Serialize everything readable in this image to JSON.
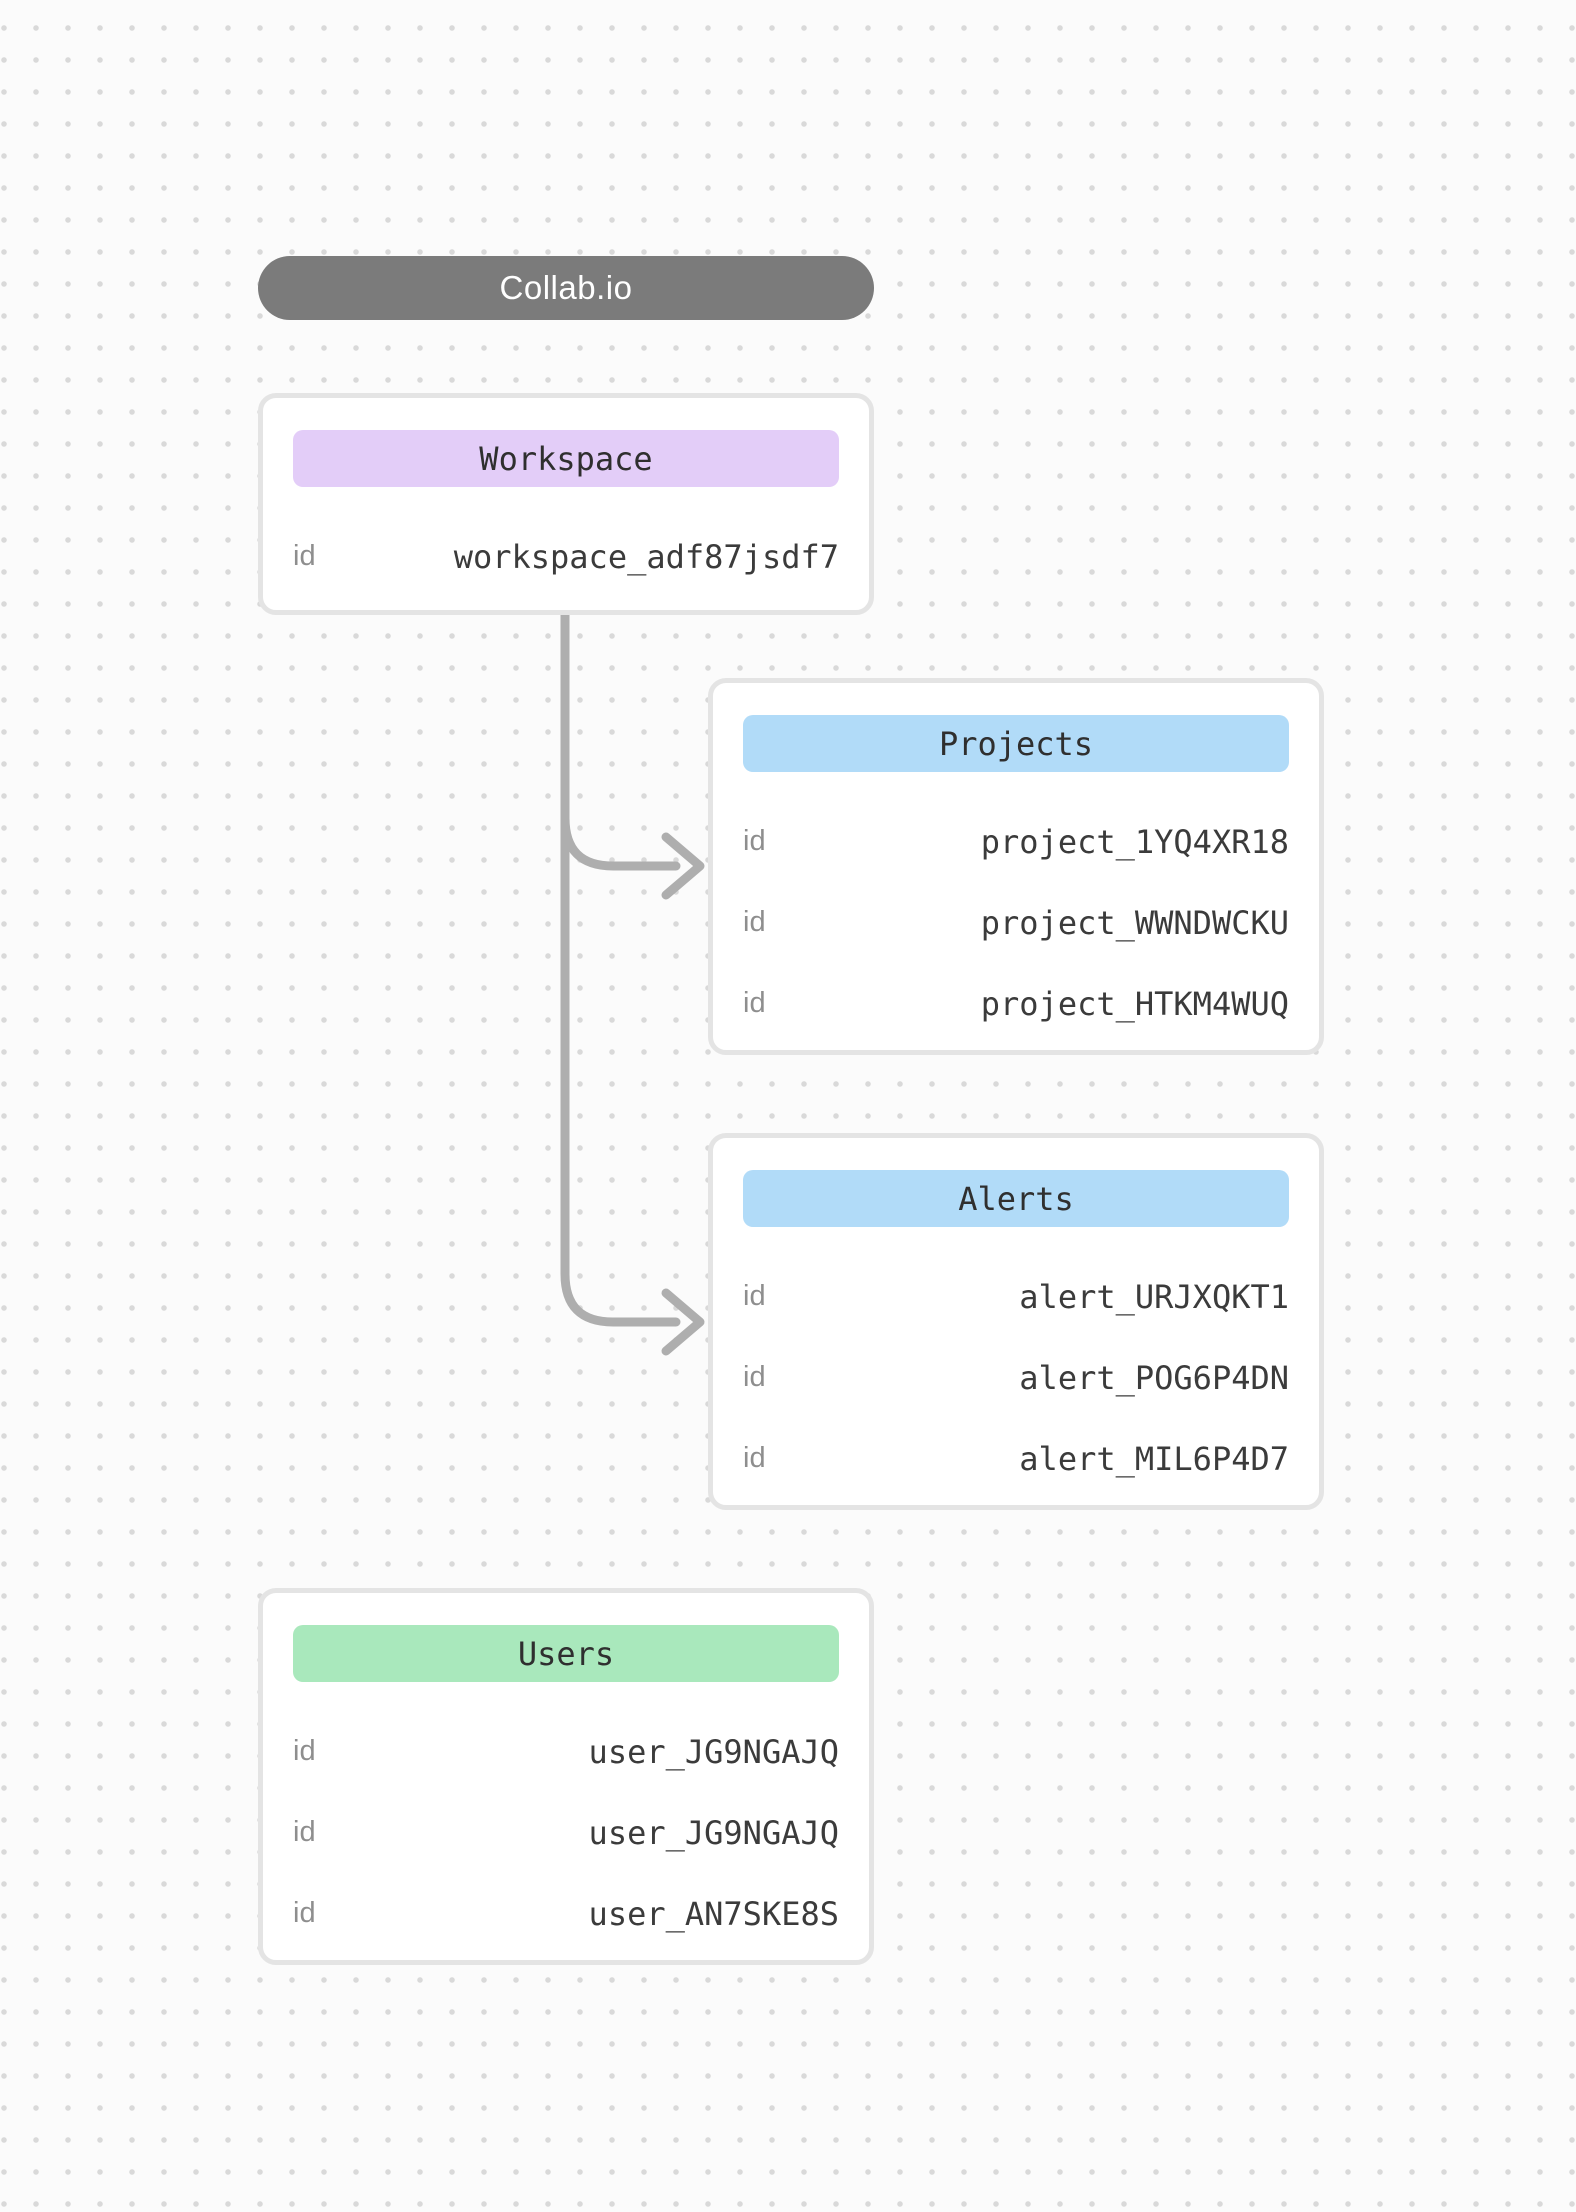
{
  "palette": {
    "canvas_bg": "#fbfbfb",
    "canvas_dot": "#d9d9d9",
    "card_bg": "#ffffff",
    "card_border": "#e4e4e4",
    "header_text": "#2f2f2f",
    "field_label_gray": "#8e8e8e",
    "field_value_dark": "#3b3b3b",
    "purple_header": "#e3cdf8",
    "blue_header": "#b1dbf8",
    "green_header": "#a9e8bc"
  },
  "title_pill": {
    "label": "Collab.io",
    "bg": "#7b7b7b",
    "text_color": "#ffffff"
  },
  "cards": [
    {
      "id": "workspace",
      "title": "Workspace",
      "header_color": "#e3cdf8",
      "rows": [
        {
          "label": "id",
          "value": "workspace_adf87jsdf7"
        }
      ]
    },
    {
      "id": "projects",
      "title": "Projects",
      "header_color": "#b1dbf8",
      "rows": [
        {
          "label": "id",
          "value": "project_1YQ4XR18"
        },
        {
          "label": "id",
          "value": "project_WWNDWCKU"
        },
        {
          "label": "id",
          "value": "project_HTKM4WUQ"
        }
      ]
    },
    {
      "id": "alerts",
      "title": "Alerts",
      "header_color": "#b1dbf8",
      "rows": [
        {
          "label": "id",
          "value": "alert_URJXQKT1"
        },
        {
          "label": "id",
          "value": "alert_POG6P4DN"
        },
        {
          "label": "id",
          "value": "alert_MIL6P4D7"
        }
      ]
    },
    {
      "id": "users",
      "title": "Users",
      "header_color": "#a9e8bc",
      "rows": [
        {
          "label": "id",
          "value": "user_JG9NGAJQ"
        },
        {
          "label": "id",
          "value": "user_JG9NGAJQ"
        },
        {
          "label": "id",
          "value": "user_AN7SKE8S"
        }
      ]
    }
  ],
  "connectors": {
    "color": "#aeaeae",
    "edges": [
      {
        "from": "workspace",
        "to": "projects"
      },
      {
        "from": "workspace",
        "to": "alerts"
      }
    ]
  }
}
